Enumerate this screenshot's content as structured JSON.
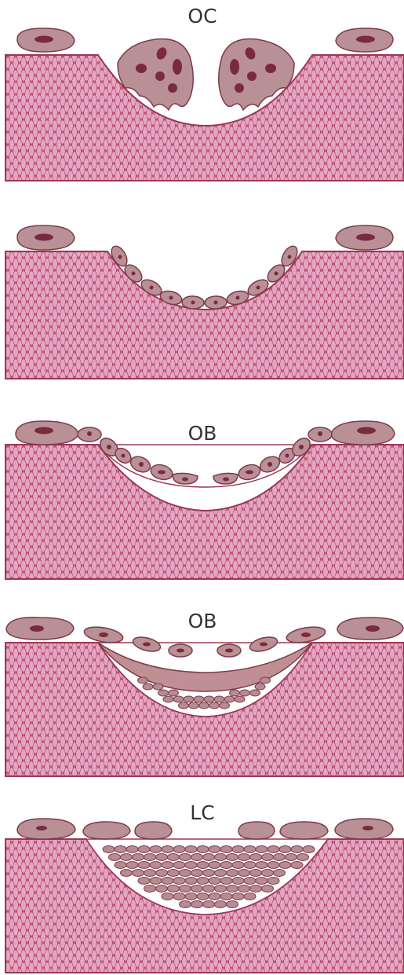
{
  "panels": [
    {
      "id": "resorption",
      "label": "OC"
    },
    {
      "id": "reversal",
      "label": ""
    },
    {
      "id": "early-formation",
      "label": "OB"
    },
    {
      "id": "late-formation",
      "label": "OB"
    },
    {
      "id": "lining",
      "label": "LC"
    }
  ],
  "colors": {
    "bone_fill": "#c8567e",
    "bone_pattern": "#e2a6c0",
    "bone_edge": "#9d3655",
    "cell_fill": "#b99095",
    "cell_edge": "#7d3a4a",
    "nucleus": "#7a2a3f",
    "matrix_fill": "#bf8f93",
    "osteoid_cell": "#b88a91"
  }
}
